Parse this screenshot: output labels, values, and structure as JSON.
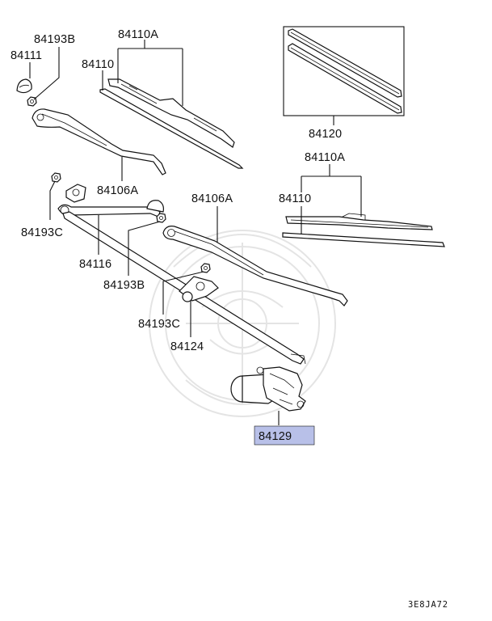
{
  "diagram": {
    "labels": {
      "l_84193B_top": "84193B",
      "l_84111": "84111",
      "l_84110A_left": "84110A",
      "l_84110_left": "84110",
      "l_84106A_left": "84106A",
      "l_84120": "84120",
      "l_84110A_right": "84110A",
      "l_84110_right": "84110",
      "l_84106A_right": "84106A",
      "l_84193C_left": "84193C",
      "l_84116": "84116",
      "l_84193B_mid": "84193B",
      "l_84193C_mid": "84193C",
      "l_84124": "84124",
      "l_84129": "84129"
    },
    "highlight_color": "#b8c0e8",
    "diagram_code": "3E8JA72"
  }
}
